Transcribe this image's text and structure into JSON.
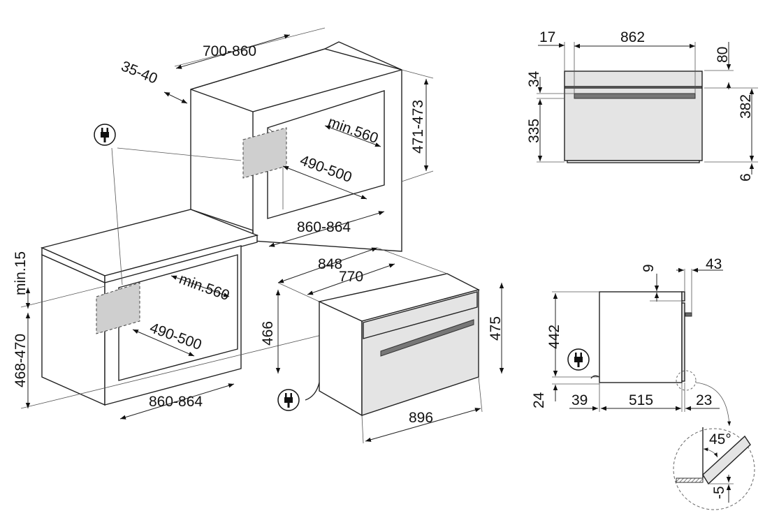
{
  "installation": {
    "top_depth": "700-860",
    "top_gap": "35-40",
    "upper_niche_depth": "min.560",
    "upper_niche_width": "490-500",
    "upper_niche_height": "471-473",
    "upper_niche_front": "860-864",
    "lower_clearance": "min.15",
    "lower_height": "468-470",
    "lower_niche_depth": "min.560",
    "lower_niche_width": "490-500",
    "lower_niche_front": "860-864"
  },
  "oven": {
    "depth_outer": "848",
    "depth_inner": "770",
    "body_height": "466",
    "front_height": "475",
    "front_width": "896"
  },
  "front_view": {
    "left_offset": "17",
    "width": "862",
    "top_panel": "80",
    "handle_gap": "34",
    "lower_height": "335",
    "door_height": "382",
    "plinth": "6"
  },
  "side_view": {
    "top_gap": "9",
    "door_depth": "43",
    "height": "442",
    "bottom": "24",
    "back_offset": "39",
    "depth": "515",
    "door_thickness": "23"
  },
  "detail": {
    "angle": "45°",
    "offset": "-5"
  }
}
